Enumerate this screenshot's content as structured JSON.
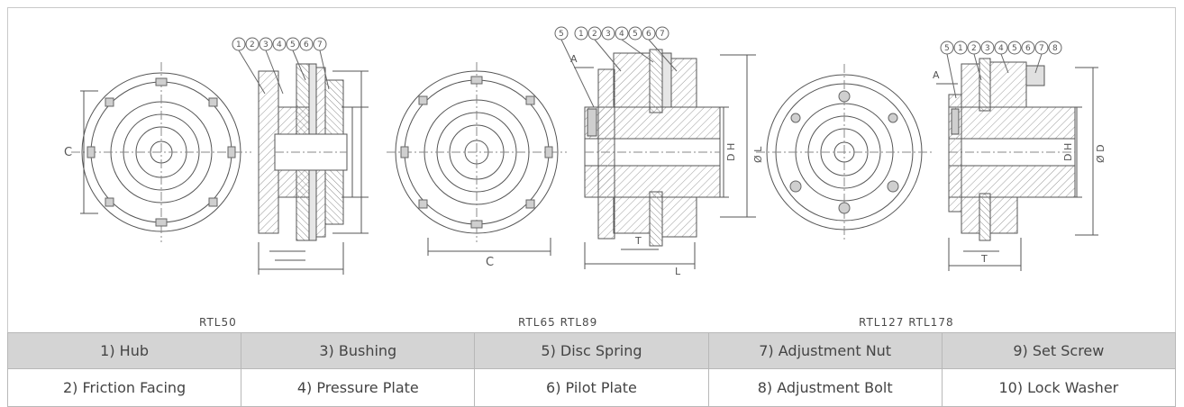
{
  "drawing": {
    "models": [
      "RTL50",
      "RTL65  RTL89",
      "RTL127  RTL178"
    ],
    "view1_callouts": [
      "1",
      "2",
      "3",
      "4",
      "5",
      "6",
      "7"
    ],
    "view2_callouts": [
      "5",
      "1",
      "2",
      "3",
      "4",
      "5",
      "6",
      "7"
    ],
    "view3_callouts": [
      "5",
      "1",
      "2",
      "3",
      "4",
      "5",
      "6",
      "7",
      "8"
    ],
    "dim_labels": {
      "c": "C",
      "a": "A",
      "d_h": "D H",
      "d_1": "Ø D",
      "d_l": "Ø L",
      "l": "L",
      "t": "T",
      "t1": "T"
    }
  },
  "parts_table": {
    "rows": [
      [
        "1) Hub",
        "3) Bushing",
        "5) Disc Spring",
        "7) Adjustment Nut",
        "9) Set Screw"
      ],
      [
        "2) Friction Facing",
        "4) Pressure Plate",
        "6) Pilot Plate",
        "8) Adjustment Bolt",
        "10) Lock Washer"
      ]
    ]
  }
}
